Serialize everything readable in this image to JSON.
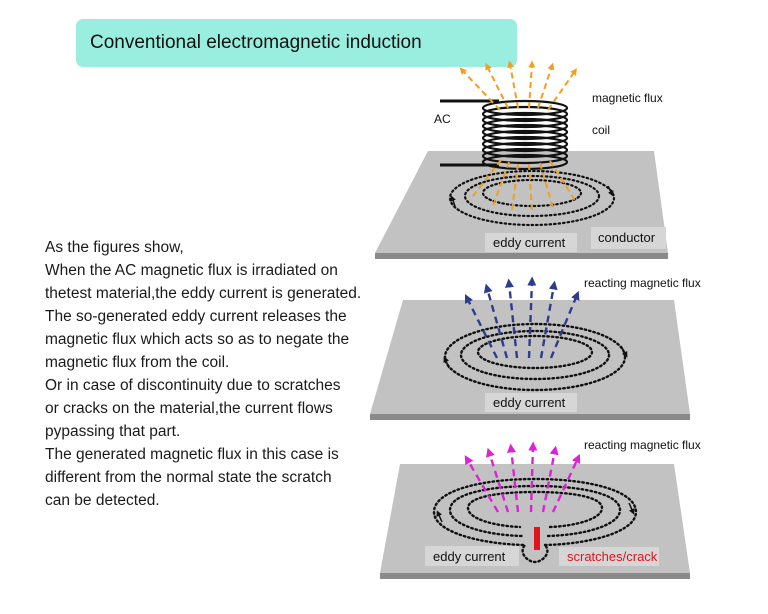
{
  "title": "Conventional electromagnetic induction",
  "description": [
    "As the figures show,",
    "When the AC magnetic flux is irradiated on",
    "thetest material,the eddy current is generated.",
    "The so-generated eddy current releases the",
    "magnetic flux which acts so as to negate the",
    "magnetic flux from the coil.",
    "Or in case of discontinuity due to scratches",
    "or cracks on the material,the current flows",
    "pypassing that part.",
    "The generated magnetic flux in this case is",
    "different from  the normal state the scratch",
    "can be detected."
  ],
  "panel1": {
    "ac_label": "AC",
    "magnetic_flux_label": "magnetic flux",
    "coil_label": "coil",
    "eddy_current_label": "eddy current",
    "conductor_label": "conductor"
  },
  "panel2": {
    "reacting_flux_label": "reacting magnetic flux",
    "eddy_current_label": "eddy current"
  },
  "panel3": {
    "reacting_flux_label": "reacting magnetic flux",
    "eddy_current_label": "eddy current",
    "scratch_label": "scratches/crack"
  },
  "colors": {
    "title_bg": "#99eee0",
    "plate_top": "#c2c2c2",
    "plate_side": "#8a8a8a",
    "flux_orange": "#f0a020",
    "flux_blue": "#2c3d90",
    "flux_magenta": "#e020d8",
    "crack_red": "#e0141e"
  }
}
